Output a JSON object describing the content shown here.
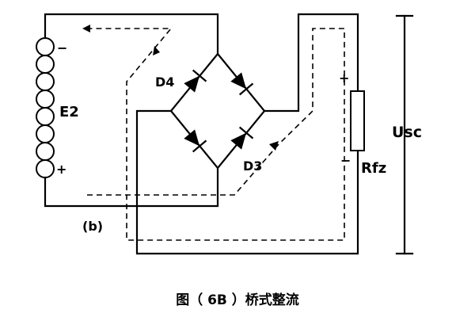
{
  "labels": {
    "transformer": "E2",
    "minus_top": "−",
    "plus_bottom": "+",
    "diode_upper": "D4",
    "diode_lower": "D3",
    "load_plus": "+",
    "load_minus": "−",
    "load": "Rfz",
    "output": "Usc",
    "subfigure": "(b)",
    "caption": "图（ 6B ）桥式整流"
  }
}
